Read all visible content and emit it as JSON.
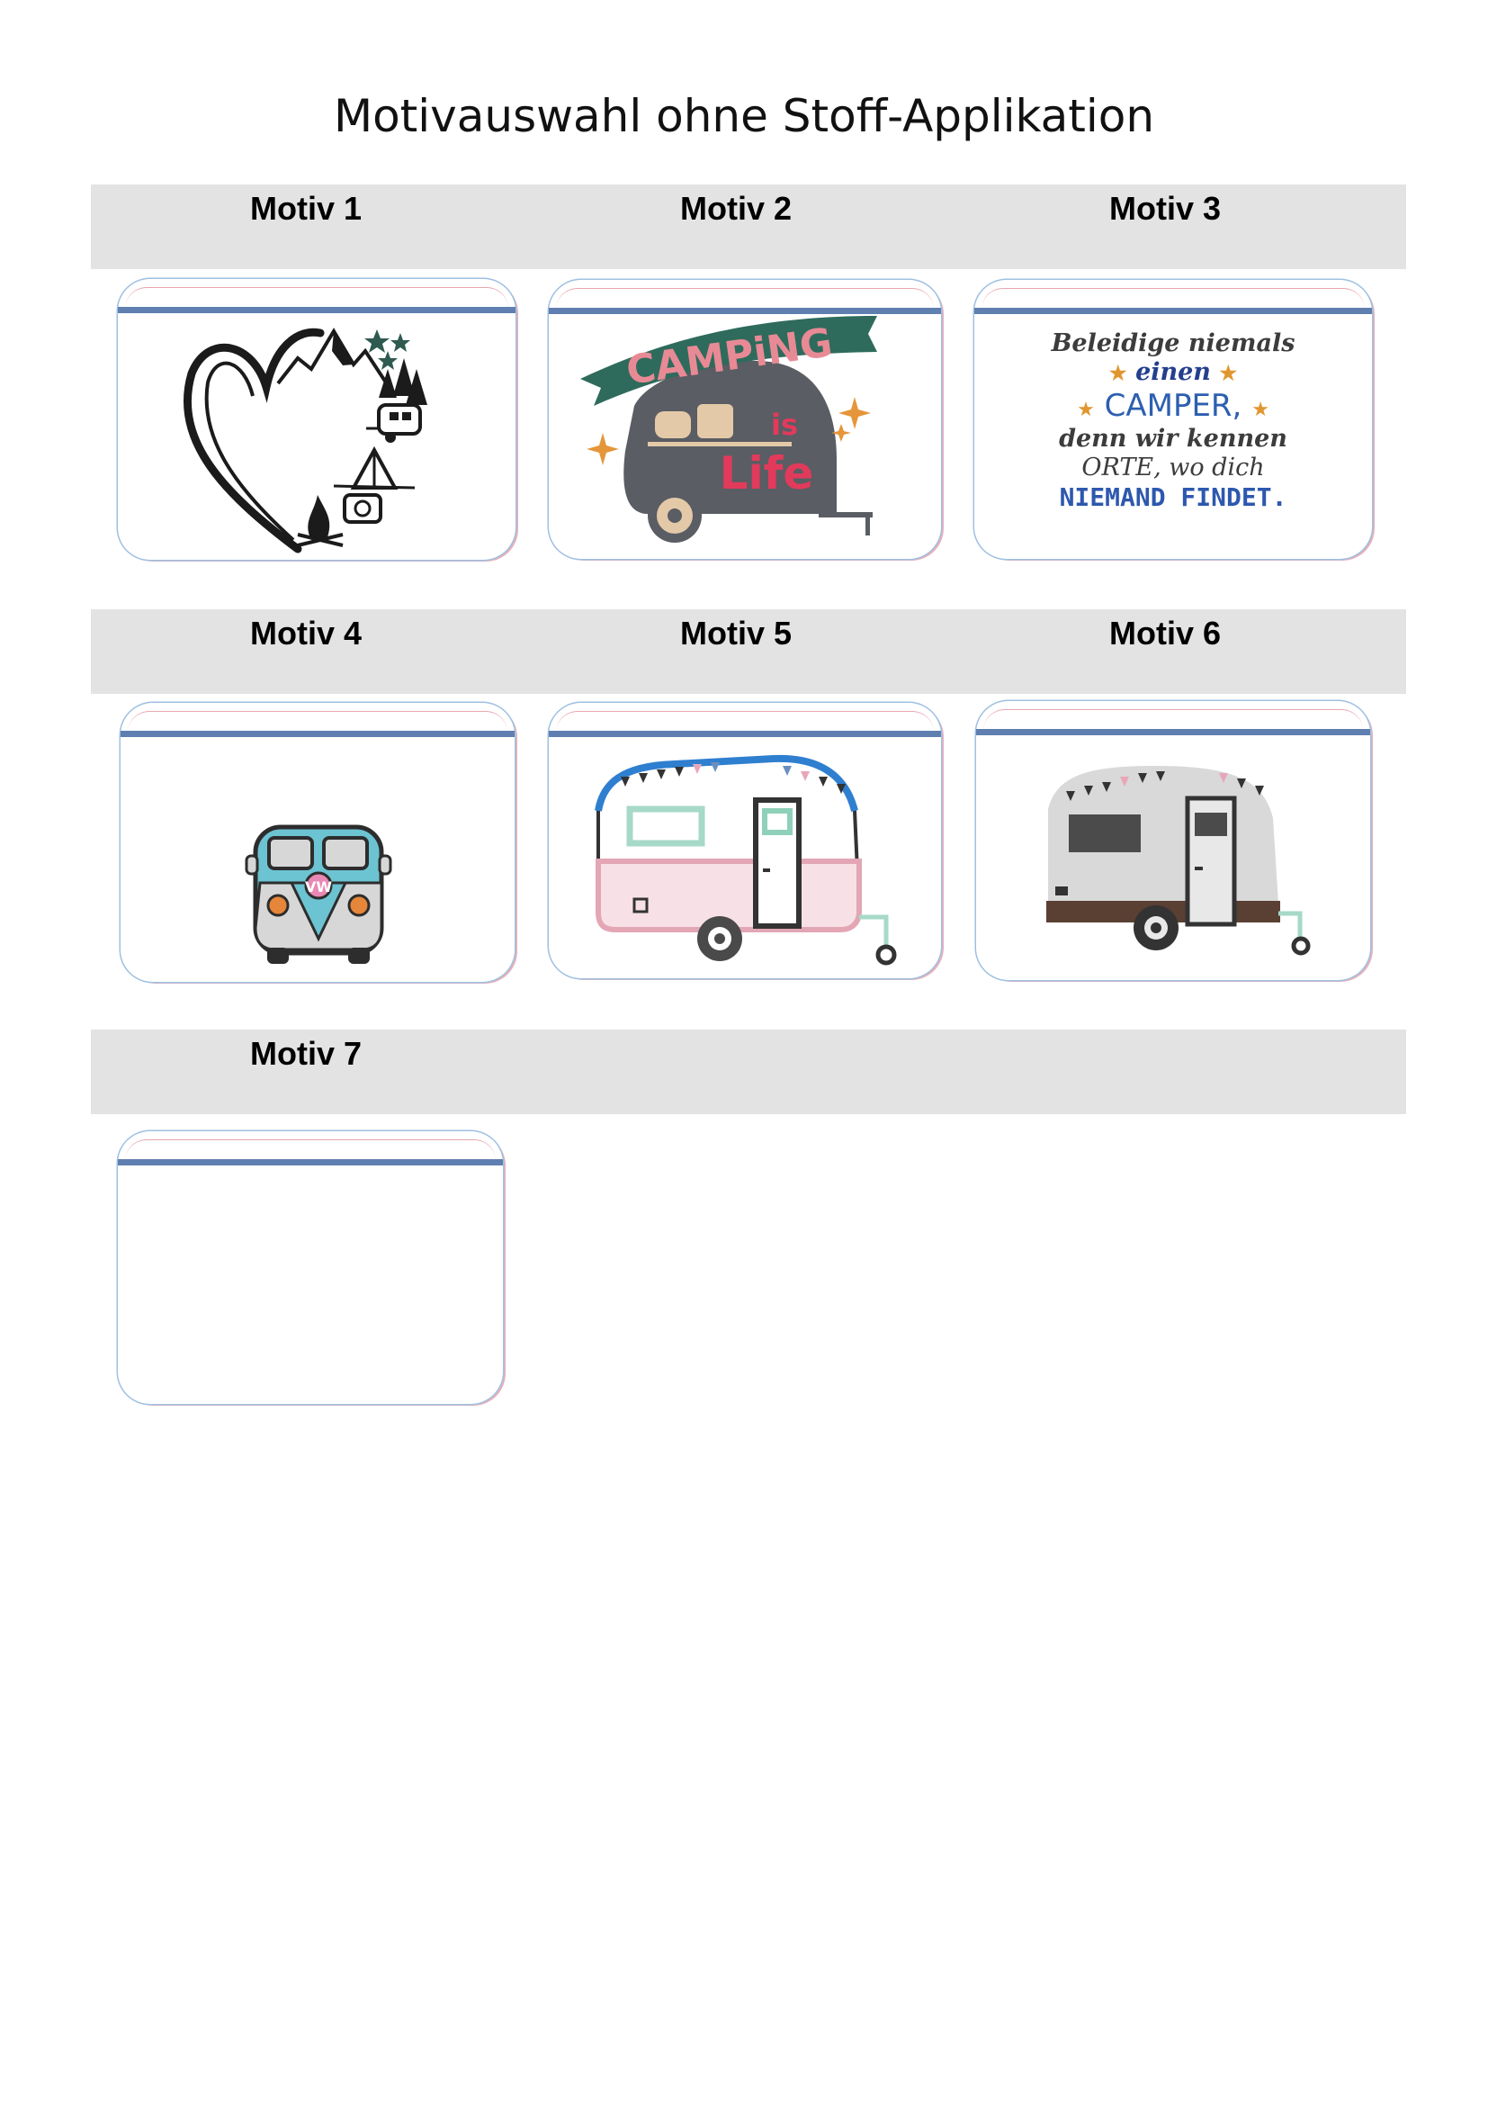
{
  "page": {
    "title": "Motivauswahl ohne Stoff-Applikation"
  },
  "motifs": [
    {
      "label": "Motiv 1",
      "icon": "heart-mountains-camping-icon"
    },
    {
      "label": "Motiv 2",
      "icon": "camping-is-life-icon",
      "artwork_text": {
        "line1": "CAMPiNG",
        "line2": "is",
        "line3": "Life"
      }
    },
    {
      "label": "Motiv 3",
      "icon": "camper-quote-text",
      "artwork_text": {
        "line1": "Beleidige niemals",
        "line2": "einen",
        "line3": "CAMPER,",
        "line4": "denn wir kennen",
        "line5": "ORTE, wo dich",
        "line6": "NIEMAND FINDET."
      }
    },
    {
      "label": "Motiv 4",
      "icon": "vw-bus-icon"
    },
    {
      "label": "Motiv 5",
      "icon": "retro-caravan-icon"
    },
    {
      "label": "Motiv 6",
      "icon": "grey-caravan-icon"
    },
    {
      "label": "Motiv 7",
      "icon": "empty-bag-icon"
    }
  ],
  "colors": {
    "header_band": "#e3e3e3",
    "zipper": "#5f7fb0",
    "outline_blue": "#9fc0e2",
    "outline_pink": "#e8b0b8"
  }
}
